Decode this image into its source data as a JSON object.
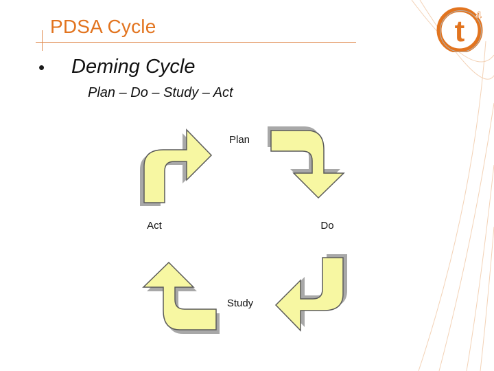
{
  "slide": {
    "title": "PDSA Cycle",
    "bullet": "•",
    "subtitle": "Deming Cycle",
    "tagline": "Plan – Do – Study – Act"
  },
  "diagram": {
    "stages": [
      {
        "key": "plan",
        "label": "Plan"
      },
      {
        "key": "do",
        "label": "Do"
      },
      {
        "key": "study",
        "label": "Study"
      },
      {
        "key": "act",
        "label": "Act"
      }
    ]
  },
  "logo": {
    "letter": "t",
    "superscript": "4"
  },
  "colors": {
    "accent": "#e2741f",
    "arrow_fill": "#f7f7a2",
    "arrow_stroke": "#5a5a5a",
    "arrow_shadow": "#a8a8a8"
  }
}
